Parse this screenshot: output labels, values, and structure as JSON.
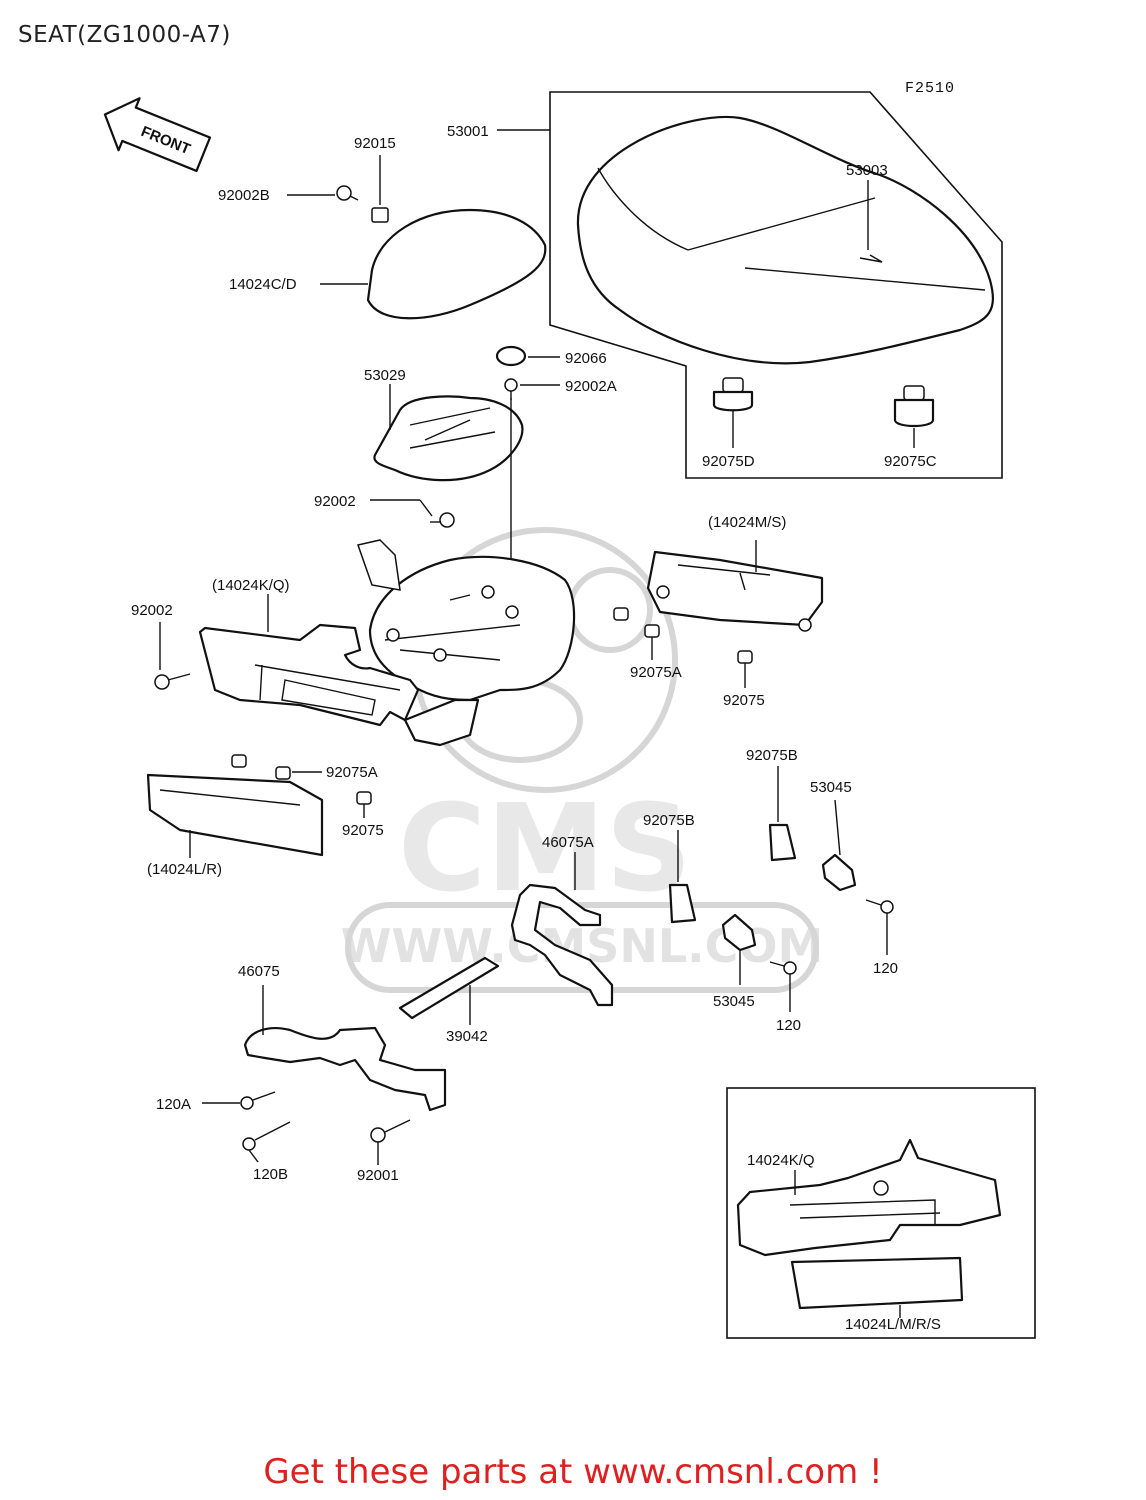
{
  "title": "SEAT(ZG1000-A7)",
  "figure_code": "F2510",
  "front_arrow_label": "FRONT",
  "watermark": {
    "logo": "CMS",
    "url": "WWW.CMSNL.COM"
  },
  "footer": {
    "link_text": "Get these parts at www.cmsnl.com !",
    "color": "#e02020"
  },
  "part_labels": [
    "53001",
    "53003",
    "92015",
    "92002B",
    "14024C/D",
    "92066",
    "92002A",
    "53029",
    "92075D",
    "92075C",
    "92002",
    "(14024M/S)",
    "(14024K/Q)",
    "92002",
    "92075A",
    "92075",
    "92075A",
    "92075",
    "(14024L/R)",
    "92075B",
    "53045",
    "92075B",
    "46075A",
    "120",
    "53045",
    "120",
    "46075",
    "39042",
    "120A",
    "120B",
    "92001",
    "14024K/Q",
    "14024L/M/R/S"
  ],
  "icons": [
    "front-arrow-icon"
  ]
}
